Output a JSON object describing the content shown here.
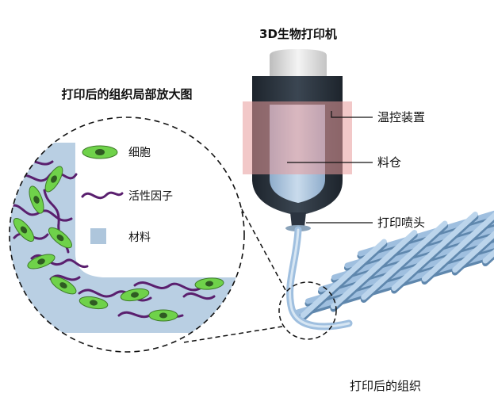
{
  "labels": {
    "printer_title": "3D生物打印机",
    "zoom_title": "打印后的组织局部放大图",
    "temperature_control": "温控装置",
    "material_chamber": "料仓",
    "print_nozzle": "打印喷头",
    "printed_tissue": "打印后的组织"
  },
  "legend": [
    {
      "name": "cell",
      "text": "细胞"
    },
    {
      "name": "growth-factor",
      "text": "活性因子"
    },
    {
      "name": "material",
      "text": "材料"
    }
  ],
  "colors": {
    "cell_fill": "#6fd24a",
    "cell_nucleus": "#2f5b22",
    "factor": "#5a1f6e",
    "material": "#aec6dc",
    "grid": "#9fbfdf",
    "grid_shadow": "#5f87ad",
    "heater": "#e89a9a",
    "syringe_dark": "#2b3440",
    "syringe_liquid": "#a9c2da",
    "cap": "#e8e8e8"
  }
}
